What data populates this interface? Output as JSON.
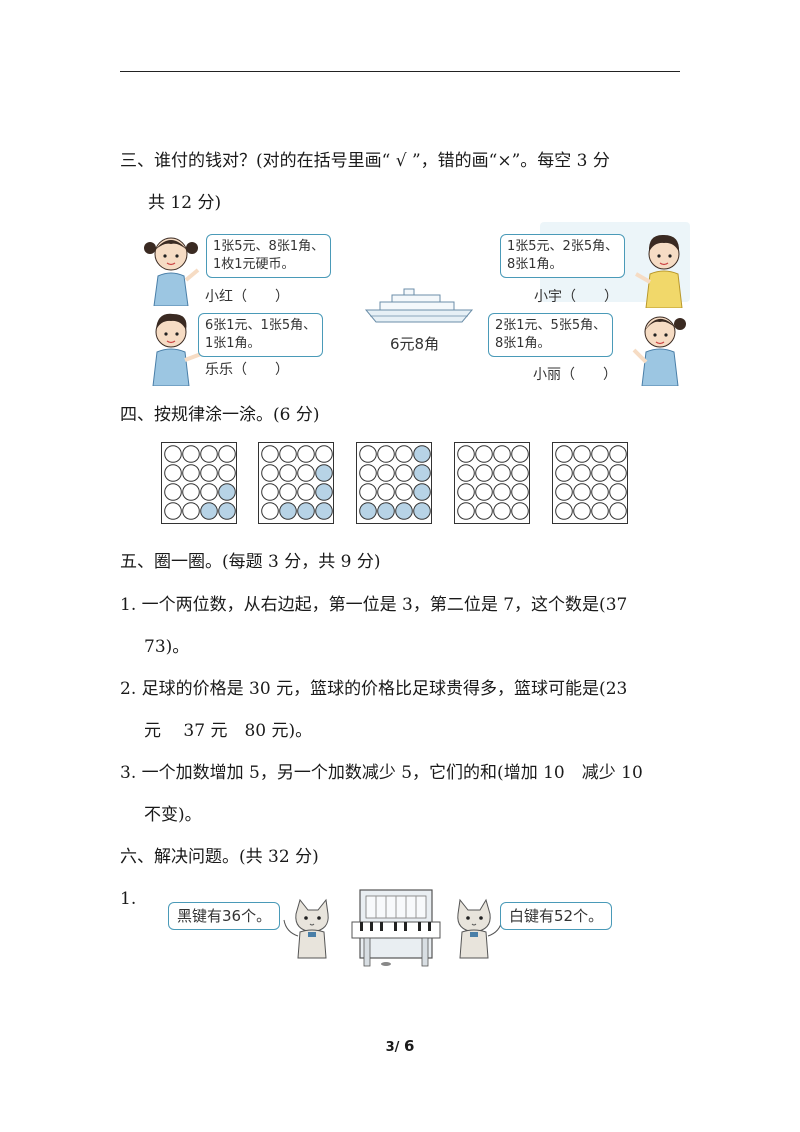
{
  "section3": {
    "title_line1": "三、谁付的钱对？(对的在括号里画“ √ ”，错的画“×”。每空 3 分",
    "title_line2": "共 12 分)",
    "xiaohong": {
      "bubble1": "1张5元、8张1角、",
      "bubble2": "1枚1元硬币。",
      "name": "小红（　　）"
    },
    "lele": {
      "bubble1": "6张1元、1张5角、",
      "bubble2": "1张1角。",
      "name": "乐乐（　　）"
    },
    "xiaoyu": {
      "bubble1": "1张5元、2张5角、",
      "bubble2": "8张1角。",
      "name": "小宇（　　）"
    },
    "xiaoli": {
      "bubble1": "2张1元、5张5角、",
      "bubble2": "8张1角。",
      "name": "小丽（　　）"
    },
    "price": "6元8角"
  },
  "section4": {
    "title": "四、按规律涂一涂。(6 分)",
    "fill_color": "#b7d3e6",
    "grids": [
      [
        [
          0,
          0,
          0,
          0
        ],
        [
          0,
          0,
          0,
          0
        ],
        [
          0,
          0,
          0,
          1
        ],
        [
          0,
          0,
          1,
          1
        ]
      ],
      [
        [
          0,
          0,
          0,
          0
        ],
        [
          0,
          0,
          0,
          1
        ],
        [
          0,
          0,
          0,
          1
        ],
        [
          0,
          1,
          1,
          1
        ]
      ],
      [
        [
          0,
          0,
          0,
          1
        ],
        [
          0,
          0,
          0,
          1
        ],
        [
          0,
          0,
          0,
          1
        ],
        [
          1,
          1,
          1,
          1
        ]
      ],
      [
        [
          0,
          0,
          0,
          0
        ],
        [
          0,
          0,
          0,
          0
        ],
        [
          0,
          0,
          0,
          0
        ],
        [
          0,
          0,
          0,
          0
        ]
      ],
      [
        [
          0,
          0,
          0,
          0
        ],
        [
          0,
          0,
          0,
          0
        ],
        [
          0,
          0,
          0,
          0
        ],
        [
          0,
          0,
          0,
          0
        ]
      ]
    ]
  },
  "section5": {
    "title": "五、圈一圈。(每题 3 分，共 9 分)",
    "q1_line1": "1.  一个两位数，从右边起，第一位是 3，第二位是 7，这个数是(37",
    "q1_line2": "73)。",
    "q2_line1": "2.  足球的价格是 30 元，篮球的价格比足球贵得多，篮球可能是(23",
    "q2_line2": "元　 37 元　80 元)。",
    "q3_line1": "3.  一个加数增加 5，另一个加数减少 5，它们的和(增加 10　减少 10",
    "q3_line2": "不变)。"
  },
  "section6": {
    "title": "六、解决问题。(共 32 分)",
    "q1_number": "1.",
    "black_keys": "黑键有36个。",
    "white_keys": "白键有52个。"
  },
  "footer": {
    "page": "3/",
    "total": "6"
  }
}
